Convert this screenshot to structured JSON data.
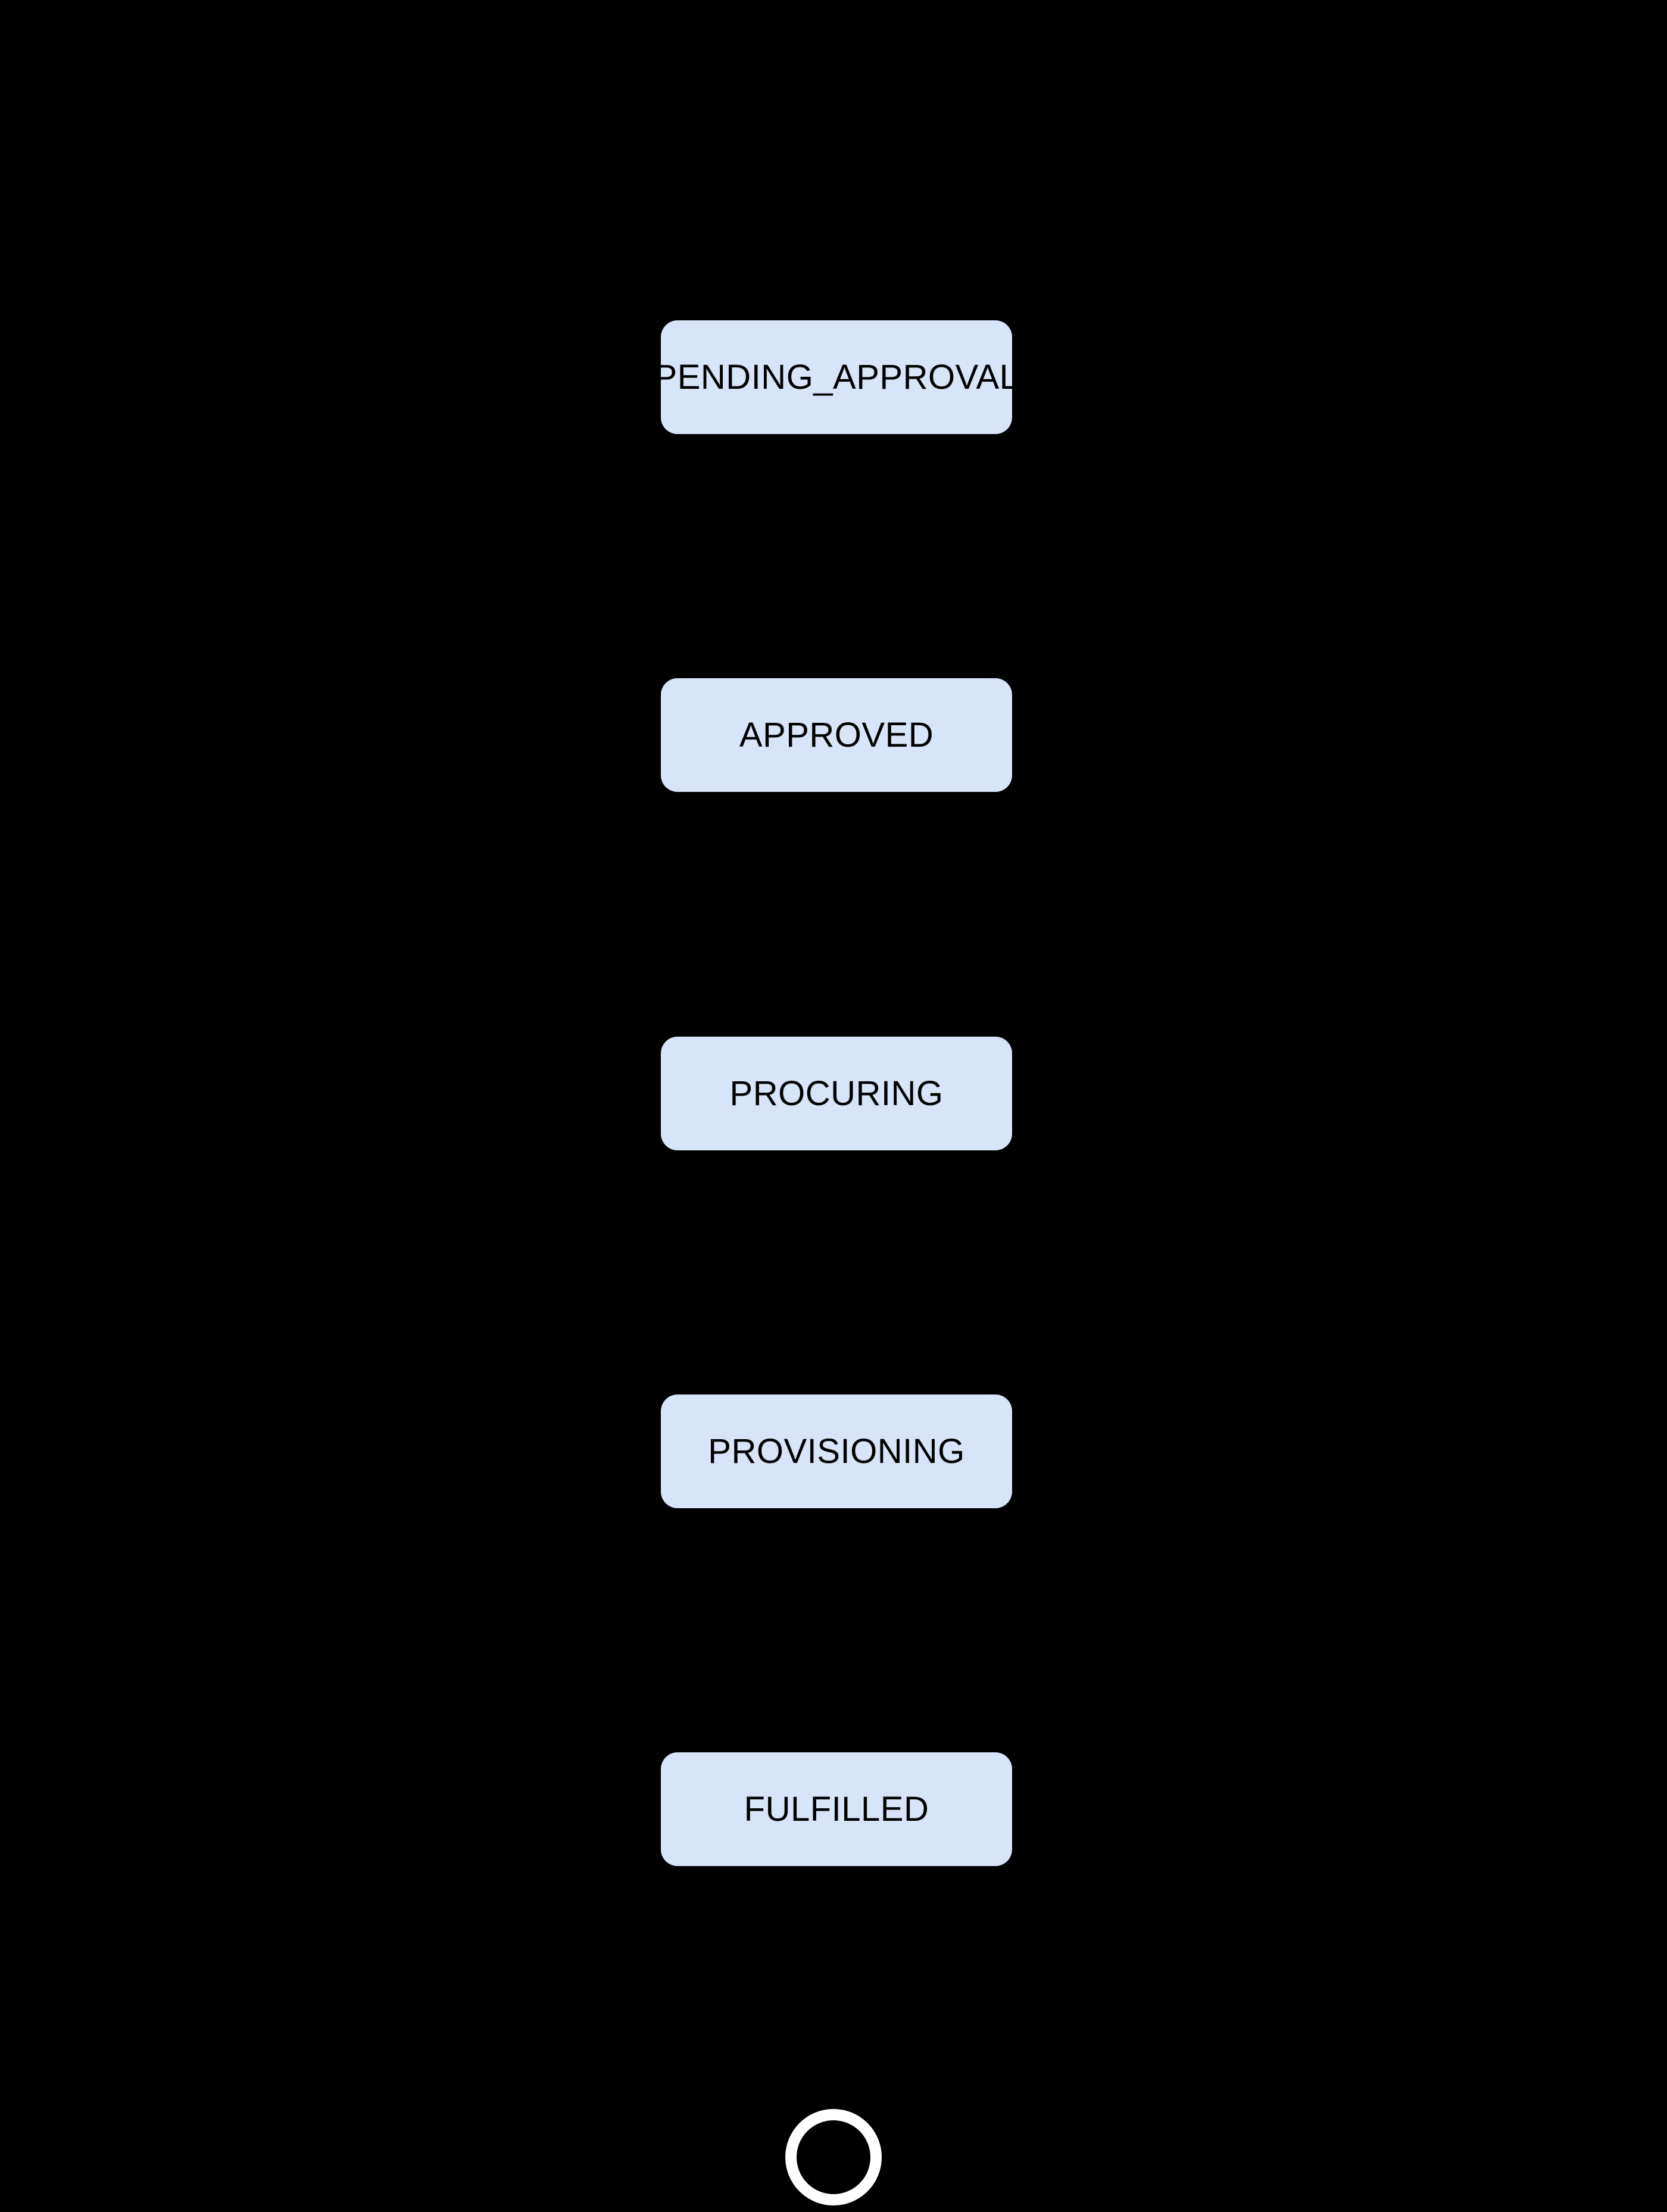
{
  "diagram": {
    "type": "state-diagram",
    "background_color": "#000000",
    "node_fill_color": "#d8e4f8",
    "node_text_color": "#000000",
    "end_ring_color": "#ffffff",
    "states": [
      {
        "id": "pending-approval",
        "label": "PENDING_APPROVAL"
      },
      {
        "id": "approved",
        "label": "APPROVED"
      },
      {
        "id": "procuring",
        "label": "PROCURING"
      },
      {
        "id": "provisioning",
        "label": "PROVISIONING"
      },
      {
        "id": "fulfilled",
        "label": "FULFILLED"
      }
    ],
    "end_state": {
      "id": "final-state",
      "shape": "ring"
    }
  }
}
